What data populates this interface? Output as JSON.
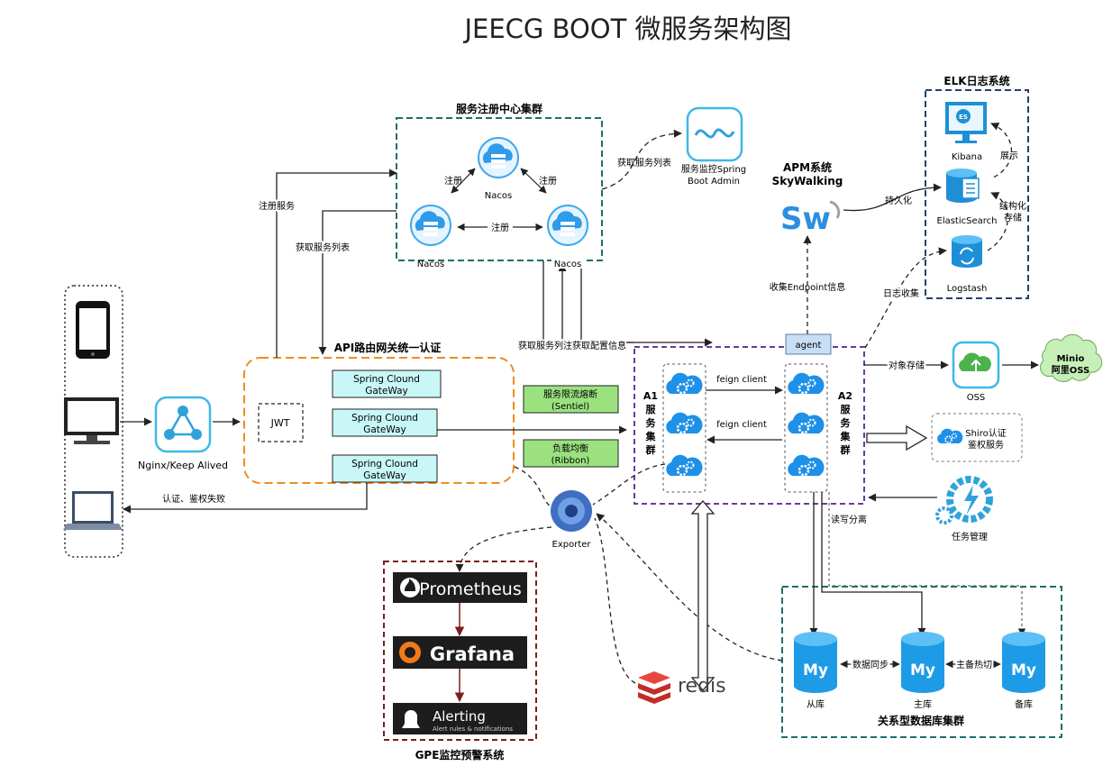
{
  "title": "JEECG BOOT 微服务架构图",
  "groups": {
    "registry": "服务注册中心集群",
    "elk": "ELK日志系统",
    "gateway": "API路由网关统一认证",
    "gpe": "GPE监控预警系统",
    "db": "关系型数据库集群"
  },
  "nodes": {
    "nacos_top": "Nacos",
    "nacos_left": "Nacos",
    "nacos_right": "Nacos",
    "boot_admin_1": "服务监控Spring",
    "boot_admin_2": "Boot Admin",
    "apm_title": "APM系统",
    "apm_sub": "SkyWalking",
    "sw_logo": "Sw",
    "kibana": "Kibana",
    "kibana_icon": "ES",
    "elasticsearch": "ElasticSearch",
    "logstash": "Logstash",
    "nginx": "Nginx/Keep Alived",
    "jwt": "JWT",
    "gw1a": "Spring  Clound",
    "gw1b": "GateWay",
    "gw2a": "Spring Clound",
    "gw2b": "GateWay",
    "gw3a": "Spring Clound",
    "gw3b": "GateWay",
    "sentinel_a": "服务限流熔断",
    "sentinel_b": "(Sentiel)",
    "ribbon_a": "负载均衡",
    "ribbon_b": "(Ribbon)",
    "agent": "agent",
    "a1": [
      "A1",
      "服",
      "务",
      "集",
      "群"
    ],
    "a2": [
      "A2",
      "服",
      "务",
      "集",
      "群"
    ],
    "oss": "OSS",
    "minio_1": "Minio",
    "minio_2": "阿里OSS",
    "shiro_1": "Shiro认证",
    "shiro_2": "鉴权服务",
    "task": "任务管理",
    "exporter": "Exporter",
    "prometheus": "Prometheus",
    "grafana": "Grafana",
    "alerting": "Alerting",
    "alerting_sub": "Alert rules & notifications",
    "redis": "redis",
    "mysql_logo": "My",
    "db_slave": "从库",
    "db_master": "主库",
    "db_backup": "备库"
  },
  "edges": {
    "register_left": "注册",
    "register_right": "注册",
    "register_bottom": "注册",
    "get_list_admin": "获取服务列表",
    "register_service": "注册服务",
    "get_list_gw": "获取服务列表",
    "get_list_cfg": "获取服务列注获取配置信息",
    "collect_endpoint": "收集Endpoint信息",
    "persist": "持久化",
    "display": "展示",
    "structured_1": "结构化",
    "structured_2": "存储",
    "log_collect": "日志收集",
    "object_storage": "对象存储",
    "feign_1": "feign client",
    "feign_2": "feign client",
    "auth_fail": "认证、鉴权失败",
    "rw_split": "读写分离",
    "data_sync": "数据同步",
    "master_hot": "主备热切"
  },
  "colors": {
    "teal": "#1c6f6b",
    "navy": "#23416b",
    "orange": "#f08c1e",
    "purple": "#6a3aa0",
    "maroon": "#7a1e1e",
    "cyan_fill": "#c9f7f7",
    "green_fill": "#9be27f",
    "cloud_blue": "#2f9bea",
    "mysql_blue": "#1e9be6",
    "redis_red": "#d8322a"
  }
}
